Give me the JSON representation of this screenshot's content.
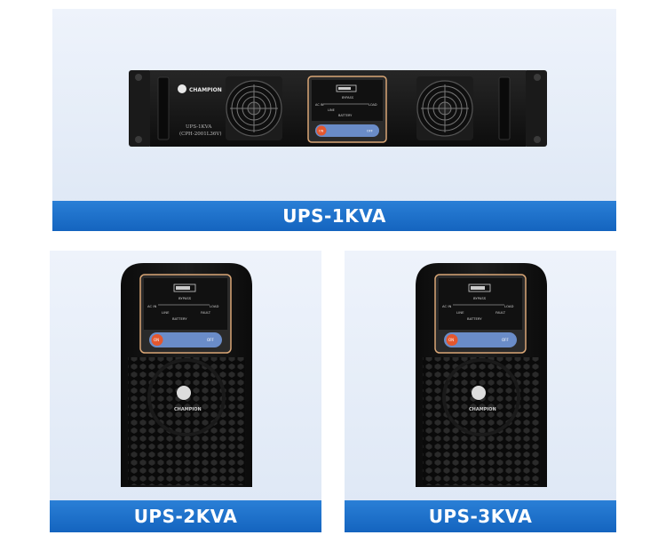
{
  "products": [
    {
      "label": "UPS-1KVA",
      "brand": "CHAMPION",
      "front_text_1": "UPS-1KVA",
      "front_text_2": "(CPH-2001L36V)"
    },
    {
      "label": "UPS-2KVA",
      "brand": "CHAMPION"
    },
    {
      "label": "UPS-3KVA",
      "brand": "CHAMPION"
    }
  ],
  "panel": {
    "bypass": "BYPASS",
    "ac_in": "AC IN",
    "load": "LOAD",
    "line": "LINE",
    "battery": "BATTERY",
    "fault": "FAULT",
    "on": "ON",
    "off": "OFF"
  },
  "colors": {
    "card_bg": "#e3ebf7",
    "label_bar": "#1a6ccb",
    "device_body": "#161616"
  }
}
